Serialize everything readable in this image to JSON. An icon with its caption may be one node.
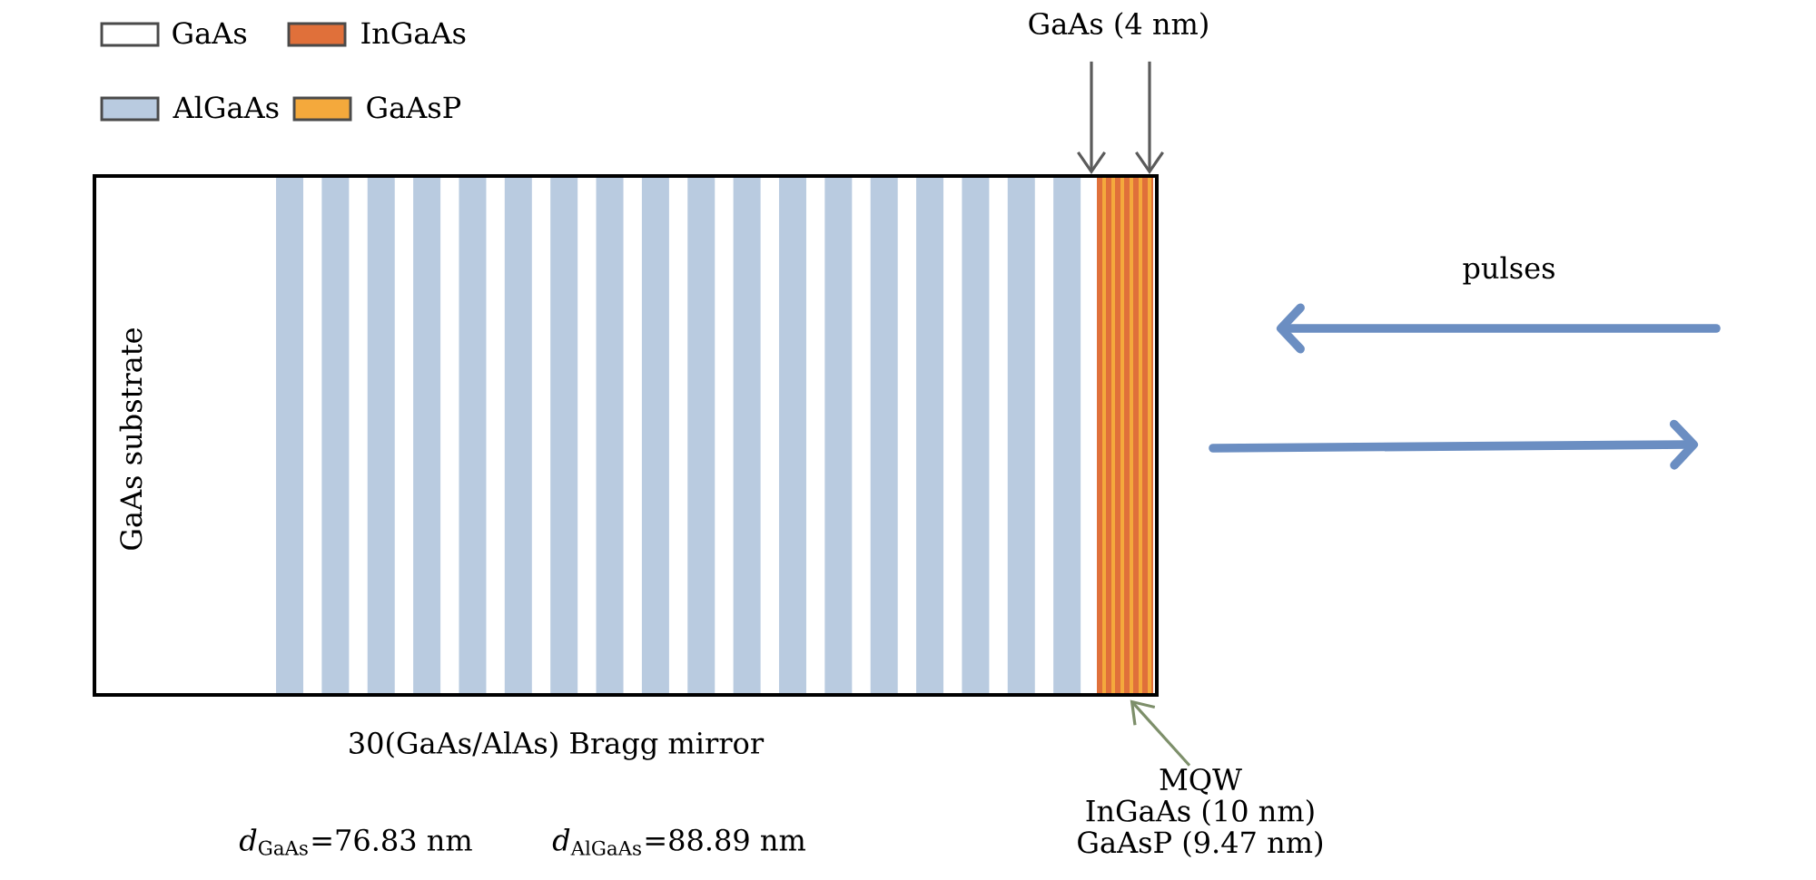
{
  "diagram": {
    "nodes": [
      {
        "text": [
          "GaAs (4 nm)"
        ]
      },
      {
        "text": [
          "GaAs substrate"
        ]
      },
      {
        "text": [],
        "shape": "bar",
        "in": 1
      },
      {
        "text": [
          "MQW",
          "InGaAs (10 nm)",
          "GaAsP (9.47 nm)"
        ]
      }
    ],
    "edges": [
      {
        "from": 0,
        "to": 2,
        "arrow": "to"
      },
      {
        "from": 0,
        "to": 2,
        "arrow": "to"
      },
      {
        "from": 3,
        "to": 2,
        "arrow": "to",
        "color": "#7d8f6a"
      }
    ],
    "labels": [
      "pulses",
      "30(GaAs/AlAs) Bragg mirror",
      "*d*$_{GaAs}$=76.83 nm",
      "*d*$_{AlGaAs}$=88.89 nm"
    ],
    "legend": [
      {
        "text": "GaAs"
      },
      {
        "text": "InGaAs",
        "color": "#e0703a"
      },
      {
        "text": "AlGaAs",
        "color": "#b9cbe0"
      },
      {
        "text": "GaAsP",
        "color": "#f4a93c"
      }
    ]
  }
}
